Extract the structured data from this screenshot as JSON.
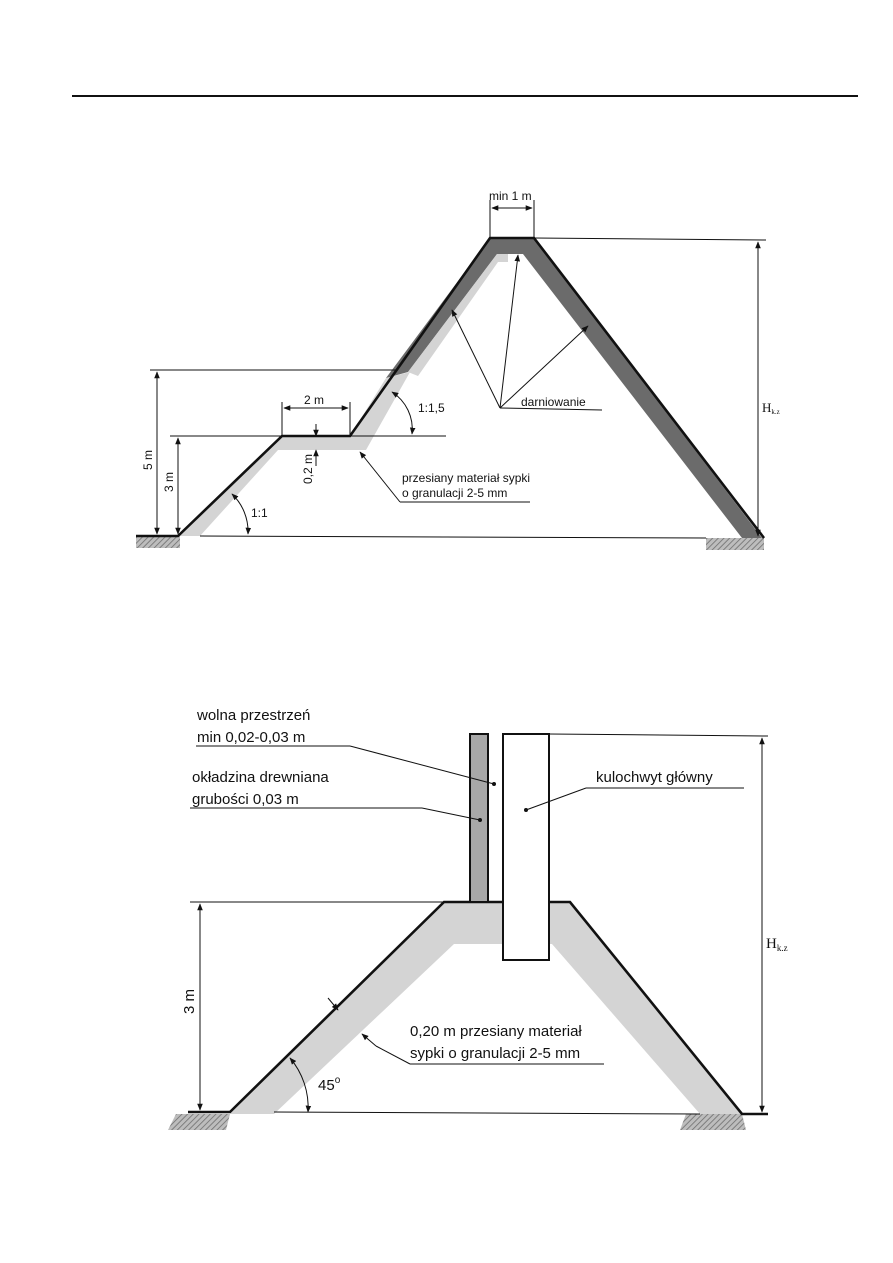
{
  "figure_top": {
    "labels": {
      "min_width": "min 1 m",
      "berm_width": "2 m",
      "height_5m": "5 m",
      "height_3m": "3 m",
      "layer_02": "0,2 m",
      "slope_1_1": "1:1",
      "slope_1_15": "1:1,5",
      "sodding": "darniowanie",
      "material_line1": "przesiany materiał sypki",
      "material_line2": "o granulacji 2-5 mm",
      "hkz_main": "H",
      "hkz_sub": "k.z"
    },
    "colors": {
      "dark_layer": "#6b6b6b",
      "light_layer": "#d4d4d4",
      "ground": "#8a8a8a"
    }
  },
  "figure_bottom": {
    "labels": {
      "free_space_line1": "wolna przestrzeń",
      "free_space_line2": "min 0,02-0,03 m",
      "cladding_line1": "okładzina drewniana",
      "cladding_line2": "grubości 0,03 m",
      "main_bulletcatcher": "kulochwyt główny",
      "height_3m": "3 m",
      "material_line1": "0,20 m przesiany materiał",
      "material_line2": "sypki o granulacji 2-5 mm",
      "angle_45": "45",
      "degree": "o",
      "hkz_main": "H",
      "hkz_sub": "k.z"
    },
    "colors": {
      "light_layer": "#d4d4d4",
      "cladding": "#a8a8a8",
      "ground": "#8a8a8a"
    }
  }
}
